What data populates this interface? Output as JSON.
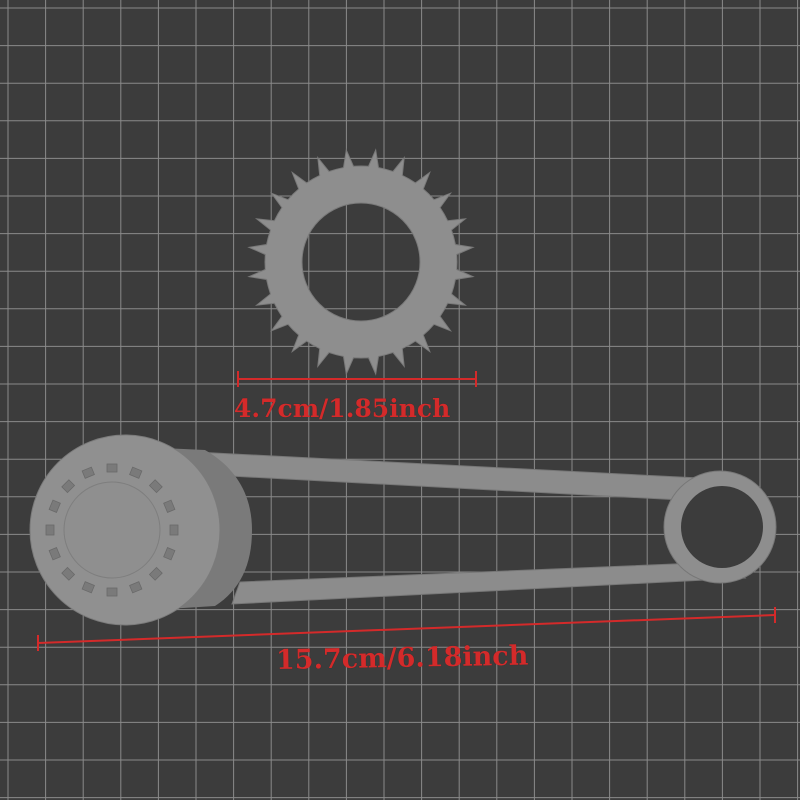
{
  "measurements": {
    "sprocket": "4.7cm/1.85inch",
    "chain_guard": "15.7cm/6.18inch"
  },
  "colors": {
    "background": "#3c3c3c",
    "grid_line": "#8a8a8a",
    "part_gray": "#8e8e8e",
    "part_dark": "#6f6f6f",
    "dimension_red": "#d42a2a"
  },
  "objects": [
    "sprocket",
    "chain-guard"
  ]
}
